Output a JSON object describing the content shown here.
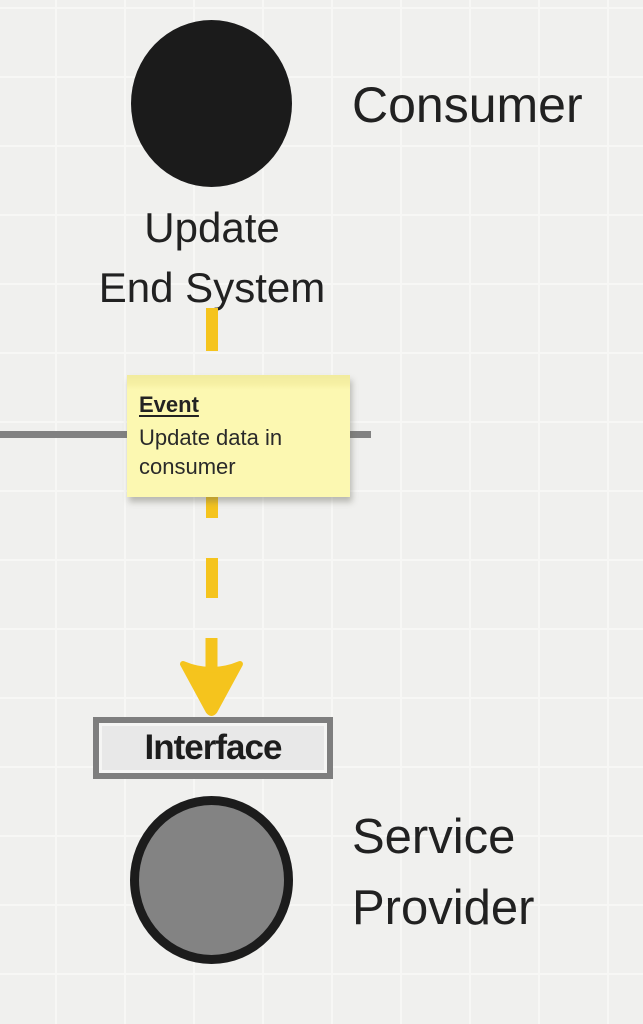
{
  "diagram": {
    "consumer": {
      "label": "Consumer"
    },
    "action": {
      "line1": "Update",
      "line2": "End System"
    },
    "note": {
      "title": "Event",
      "body": "Update data in consumer"
    },
    "interface": {
      "label": "Interface"
    },
    "service_provider": {
      "line1": "Service",
      "line2": "Provider"
    }
  },
  "colors": {
    "background": "#f0f0ee",
    "grid_line": "#f7f7f5",
    "arrow_yellow": "#f5c41d",
    "note_fill": "#fcf8b1",
    "note_fold": "#f1eb9e",
    "lifeline_gray": "#818181",
    "interface_border": "#7e7e7e",
    "interface_fill": "#e8e8e8",
    "node_black": "#1b1b1b",
    "node_gray_fill": "#838383",
    "text": "#212121"
  }
}
